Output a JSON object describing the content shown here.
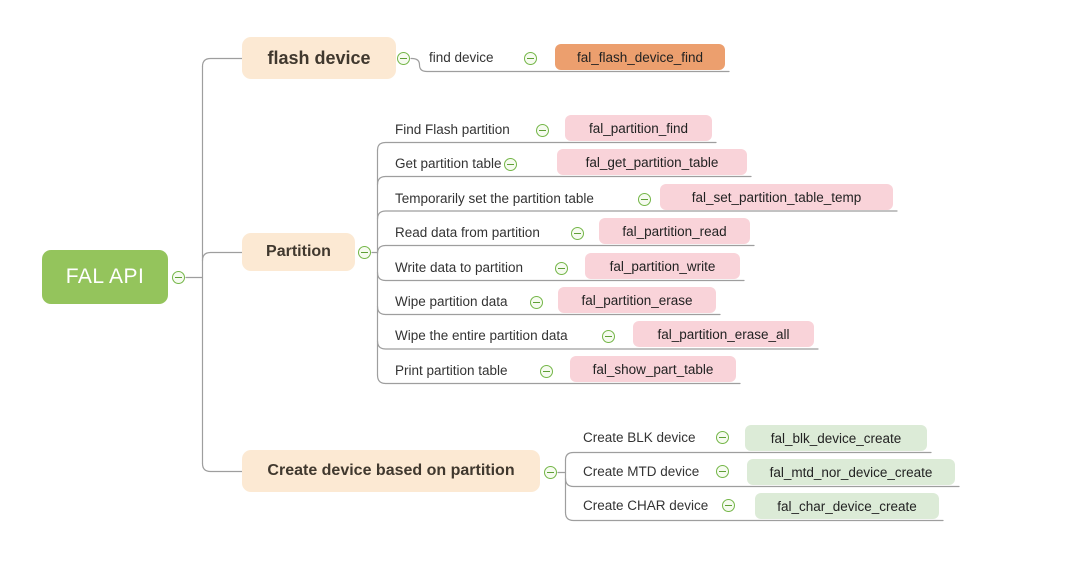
{
  "root": {
    "label": "FAL API"
  },
  "branches": [
    {
      "label": "flash device",
      "children": [
        {
          "label": "find device",
          "func": "fal_flash_device_find"
        }
      ]
    },
    {
      "label": "Partition",
      "children": [
        {
          "label": "Find Flash partition",
          "func": "fal_partition_find"
        },
        {
          "label": "Get partition table",
          "func": "fal_get_partition_table"
        },
        {
          "label": "Temporarily set the partition table",
          "func": "fal_set_partition_table_temp"
        },
        {
          "label": "Read data from partition",
          "func": "fal_partition_read"
        },
        {
          "label": "Write data to partition",
          "func": "fal_partition_write"
        },
        {
          "label": "Wipe partition data",
          "func": "fal_partition_erase"
        },
        {
          "label": "Wipe the entire partition data",
          "func": "fal_partition_erase_all"
        },
        {
          "label": "Print partition table",
          "func": "fal_show_part_table"
        }
      ]
    },
    {
      "label": "Create device based on partition",
      "children": [
        {
          "label": "Create BLK device",
          "func": "fal_blk_device_create"
        },
        {
          "label": "Create MTD device",
          "func": "fal_mtd_nor_device_create"
        },
        {
          "label": "Create CHAR device",
          "func": "fal_char_device_create"
        }
      ]
    }
  ],
  "icons": {
    "collapse": "minus-circle"
  },
  "colors": {
    "root_bg": "#94c45c",
    "root_text": "#ffffff",
    "branch_bg": "#fce9d3",
    "func_orange": "#ec9f6e",
    "func_pink": "#f9d3d9",
    "func_green": "#dcebd7",
    "connector": "#9e9e9e",
    "icon_green": "#74b648",
    "text_dark": "#333333"
  }
}
